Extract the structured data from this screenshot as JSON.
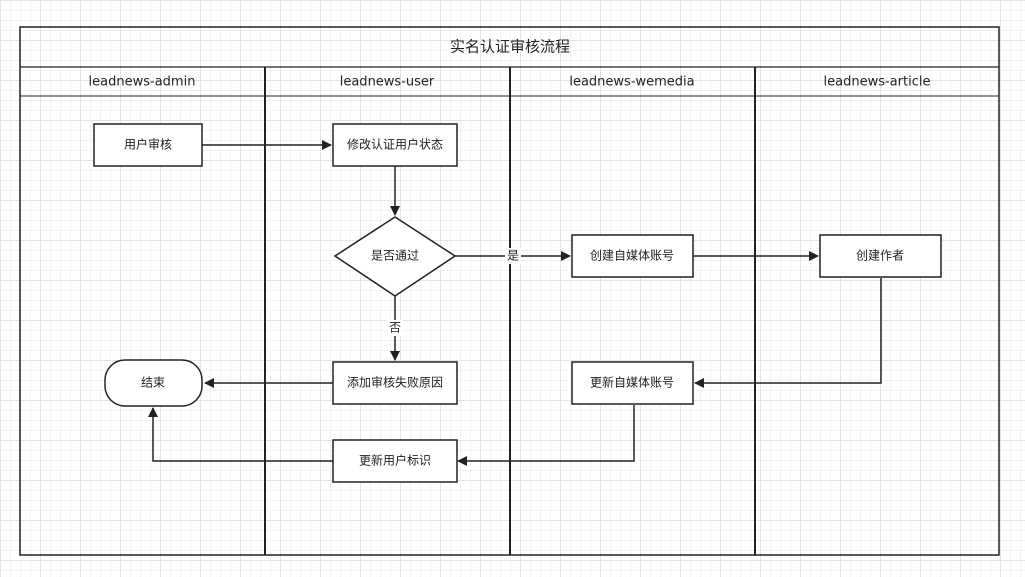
{
  "title": "实名认证审核流程",
  "lanes": [
    {
      "id": "admin",
      "label": "leadnews-admin"
    },
    {
      "id": "user",
      "label": "leadnews-user"
    },
    {
      "id": "wemedia",
      "label": "leadnews-wemedia"
    },
    {
      "id": "article",
      "label": "leadnews-article"
    }
  ],
  "nodes": {
    "audit_user": "用户审核",
    "modify_status": "修改认证用户状态",
    "decision": "是否通过",
    "create_media_account": "创建自媒体账号",
    "create_author": "创建作者",
    "add_fail_reason": "添加审核失败原因",
    "update_media_account": "更新自媒体账号",
    "update_user_flag": "更新用户标识",
    "end": "结束"
  },
  "edge_labels": {
    "yes": "是",
    "no": "否"
  }
}
